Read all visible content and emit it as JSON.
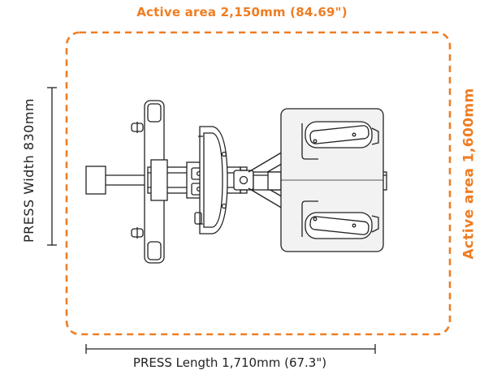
{
  "labels": {
    "active_area_width": "Active area 2,150mm (84.69\")",
    "active_area_height": "Active area 1,600mm",
    "press_width": "PRESS Width 830mm",
    "press_length": "PRESS Length 1,710mm (67.3\")"
  },
  "colors": {
    "active_area": "#ee7d23",
    "line_art": "#222222",
    "pad_fill": "#f2f2f2",
    "background": "#ffffff"
  }
}
